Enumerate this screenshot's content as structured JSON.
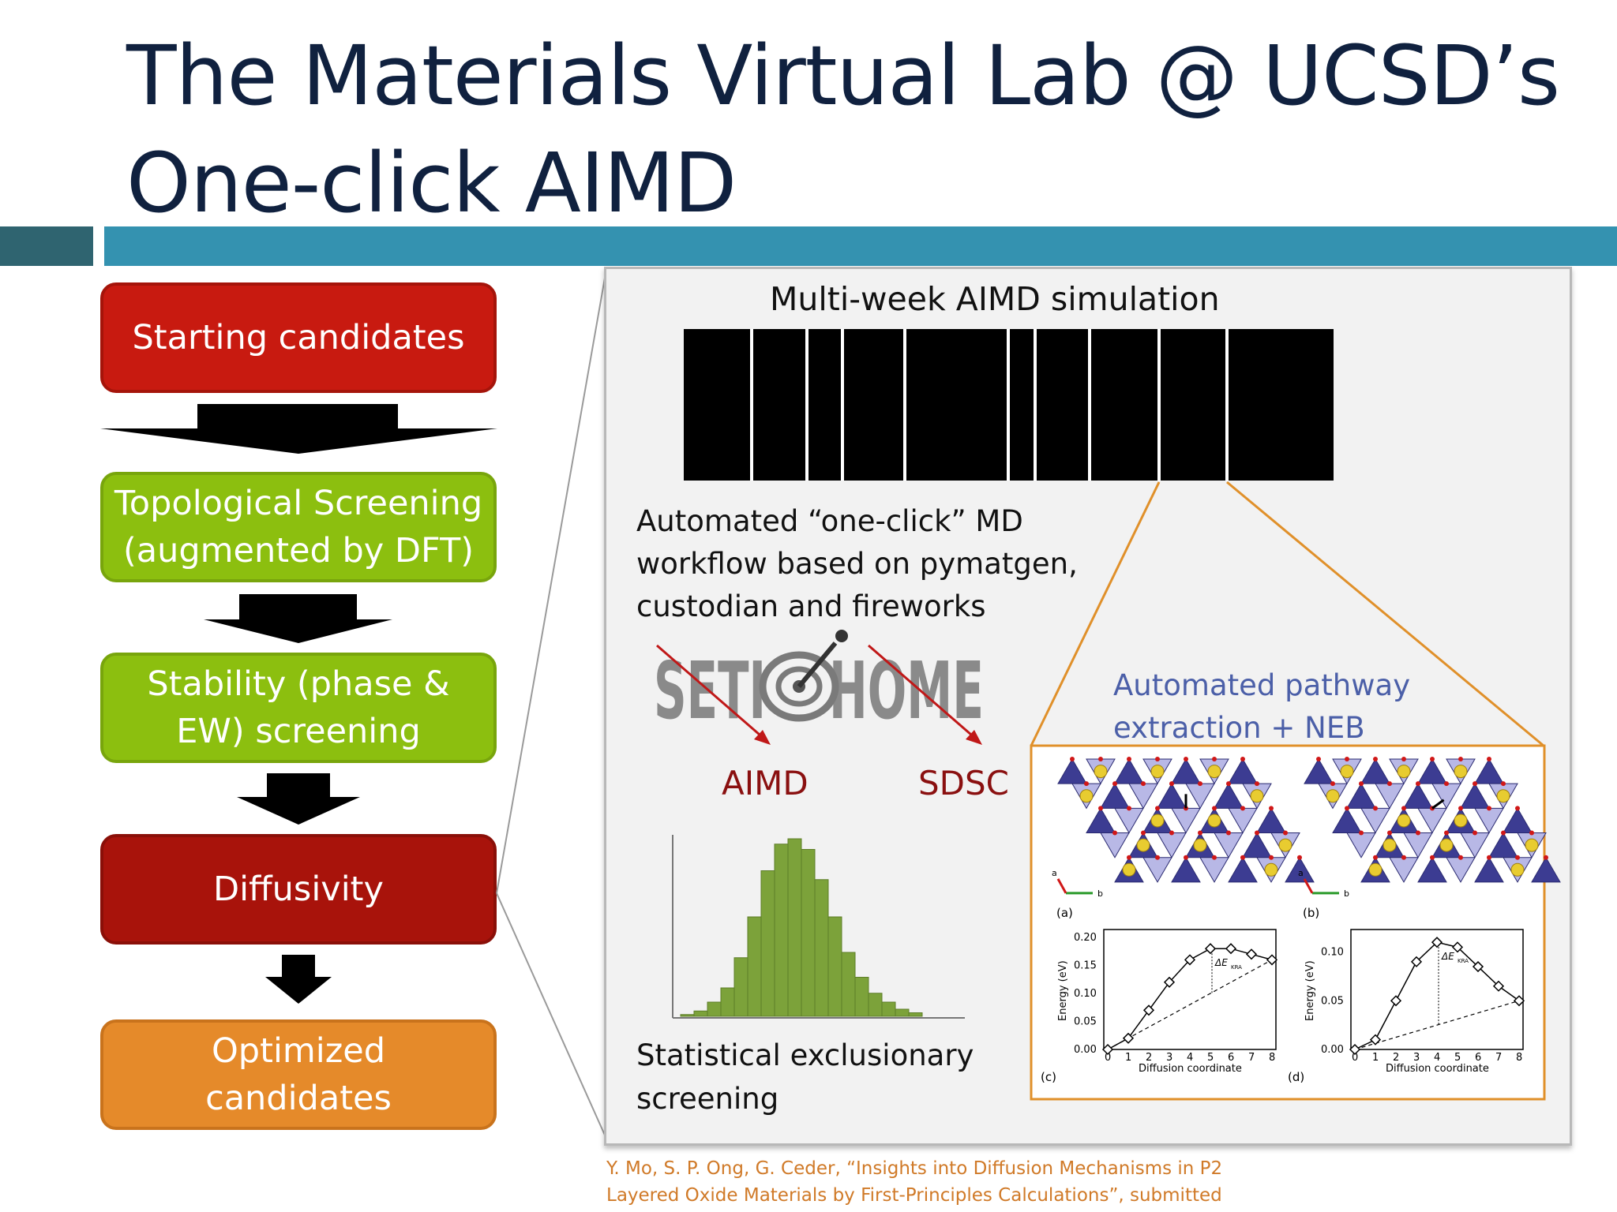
{
  "slide": {
    "title_line1": "The Materials Virtual Lab @ UCSD’s",
    "title_line2": "One-click AIMD"
  },
  "flow": {
    "step1": "Starting candidates",
    "step2_line1": "Topological Screening",
    "step2_line2": "(augmented by DFT)",
    "step3_line1": "Stability (phase &",
    "step3_line2": "EW) screening",
    "step4": "Diffusivity",
    "step5_line1": "Optimized",
    "step5_line2": "candidates"
  },
  "panel": {
    "sim_title": "Multi-week AIMD simulation",
    "workflow_line1": "Automated “one-click” MD",
    "workflow_line2": "workflow based on pymatgen,",
    "workflow_line3": "custodian and fireworks",
    "seti_left": "SETI",
    "seti_right": "HOME",
    "aimd_label": "AIMD",
    "sdsc_label": "SDSC",
    "stat_line1": "Statistical exclusionary",
    "stat_line2": "screening",
    "pathway_line1": "Automated pathway",
    "pathway_line2": "extraction + NEB",
    "sub_a": "(a)",
    "sub_b": "(b)",
    "sub_c": "(c)",
    "sub_d": "(d)",
    "axis_a": "a",
    "axis_b": "b",
    "ylabel": "Energy (eV)",
    "xlabel": "Diffusion coordinate",
    "ekra_c": "ΔE",
    "ekra_sub": "KRA",
    "c_yticks": [
      "0.20",
      "0.15",
      "0.10",
      "0.05",
      "0.00"
    ],
    "d_yticks": [
      "0.10",
      "0.05",
      "0.00"
    ],
    "xticks": [
      "0",
      "1",
      "2",
      "3",
      "4",
      "5",
      "6",
      "7",
      "8"
    ]
  },
  "citation": {
    "line1": "Y. Mo, S. P. Ong, G. Ceder, “Insights into Diffusion Mechanisms in P2",
    "line2": "Layered Oxide Materials by First-Principles Calculations”, submitted"
  },
  "histogram": {
    "bins": [
      1,
      3,
      8,
      16,
      33,
      56,
      82,
      97,
      100,
      94,
      77,
      56,
      36,
      22,
      13,
      8,
      4,
      2
    ]
  },
  "neb_c": {
    "x": [
      0,
      1,
      2,
      3,
      4,
      5,
      6,
      7,
      8
    ],
    "y": [
      0.0,
      0.02,
      0.07,
      0.12,
      0.16,
      0.18,
      0.18,
      0.17,
      0.16
    ]
  },
  "neb_d": {
    "x": [
      0,
      1,
      2,
      3,
      4,
      5,
      6,
      7,
      8
    ],
    "y": [
      0.0,
      0.01,
      0.05,
      0.09,
      0.11,
      0.105,
      0.085,
      0.065,
      0.05
    ]
  },
  "colors": {
    "title": "#10213f",
    "bar_dark": "#2f6470",
    "bar_main": "#3492b0",
    "red": "#c81a10",
    "green": "#8cbf0f",
    "dark_red": "#a8130b",
    "orange": "#e58a2a",
    "hist": "#7ca23a",
    "pathway_blue": "#4b5fa8",
    "label_red": "#8a1010",
    "accent_orange": "#e0902a"
  }
}
